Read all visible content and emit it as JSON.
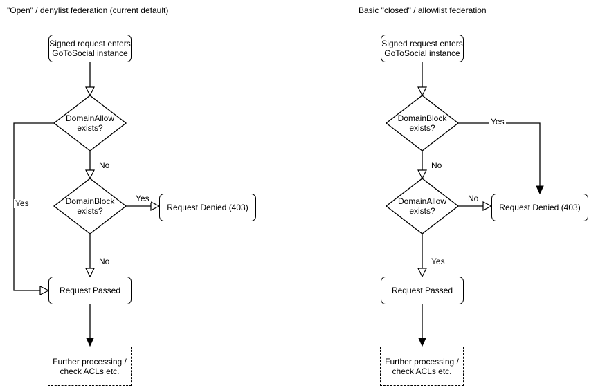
{
  "colors": {
    "stroke": "#000000",
    "background": "#ffffff",
    "text": "#000000"
  },
  "diagrams": [
    {
      "title": "\"Open\" / denylist federation (current default)",
      "nodes": {
        "start": "Signed request enters\nGoToSocial instance",
        "decision1": "DomainAllow\nexists?",
        "decision2": "DomainBlock\nexists?",
        "denied": "Request Denied (403)",
        "passed": "Request Passed",
        "further": "Further processing /\ncheck ACLs etc."
      },
      "edges": {
        "d1_yes": "Yes",
        "d1_no": "No",
        "d2_yes": "Yes",
        "d2_no": "No"
      }
    },
    {
      "title": "Basic \"closed\" / allowlist federation",
      "nodes": {
        "start": "Signed request enters\nGoToSocial instance",
        "decision1": "DomainBlock\nexists?",
        "decision2": "DomainAllow\nexists?",
        "denied": "Request Denied (403)",
        "passed": "Request Passed",
        "further": "Further processing /\ncheck ACLs etc."
      },
      "edges": {
        "d1_yes": "Yes",
        "d1_no": "No",
        "d2_no": "No",
        "d2_yes": "Yes"
      }
    }
  ]
}
